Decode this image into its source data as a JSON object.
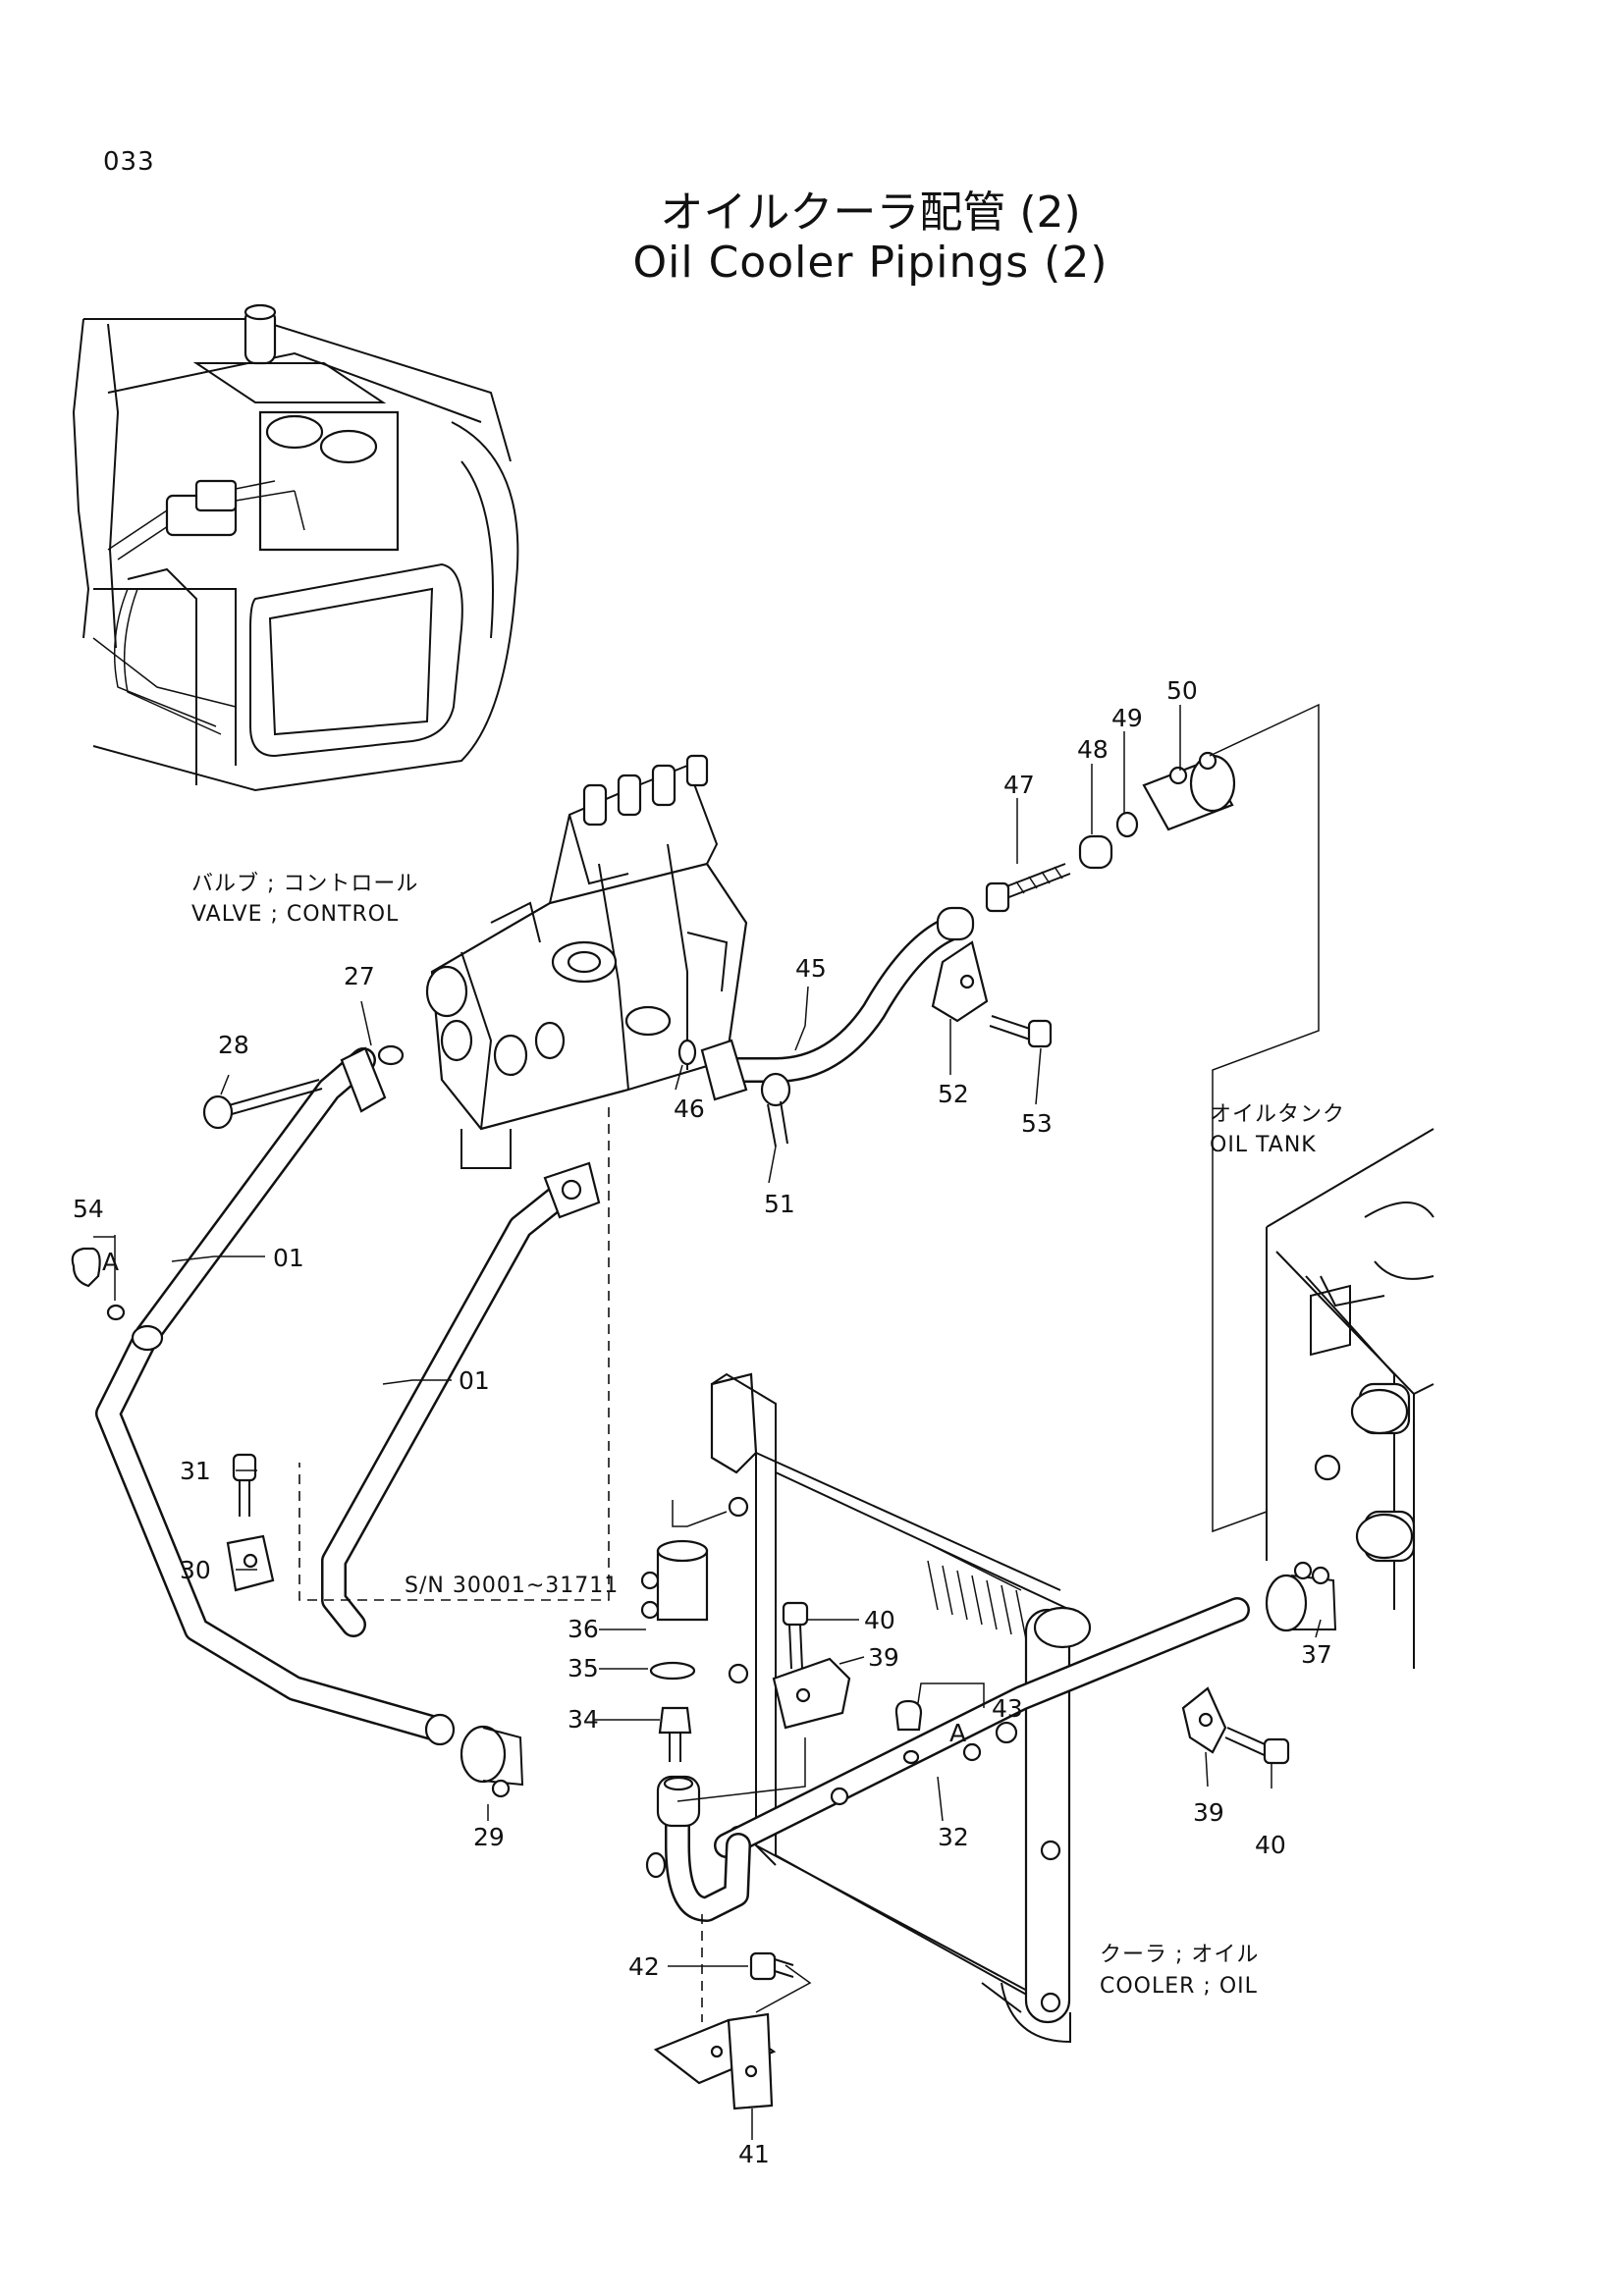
{
  "page_number": "033",
  "title_ja": "オイルクーラ配管 (2)",
  "title_en": "Oil Cooler Pipings (2)",
  "captions": {
    "valve_ja": "バルブ ; コントロール",
    "valve_en": "VALVE ; CONTROL",
    "oil_tank_ja": "オイルタンク",
    "oil_tank_en": "OIL TANK",
    "cooler_ja": "クーラ ; オイル",
    "cooler_en": "COOLER ; OIL",
    "serial_range": "S/N 30001~31711"
  },
  "detail_marker": "A",
  "parts": {
    "p01a": "01",
    "p01b": "01",
    "p27": "27",
    "p28": "28",
    "p29": "29",
    "p30": "30",
    "p31": "31",
    "p32": "32",
    "p34": "34",
    "p35": "35",
    "p36": "36",
    "p37": "37",
    "p39a": "39",
    "p39b": "39",
    "p40a": "40",
    "p40b": "40",
    "p41": "41",
    "p42": "42",
    "p43": "43",
    "p45": "45",
    "p46": "46",
    "p47": "47",
    "p48": "48",
    "p49": "49",
    "p50": "50",
    "p51": "51",
    "p52": "52",
    "p53": "53",
    "p54": "54"
  }
}
